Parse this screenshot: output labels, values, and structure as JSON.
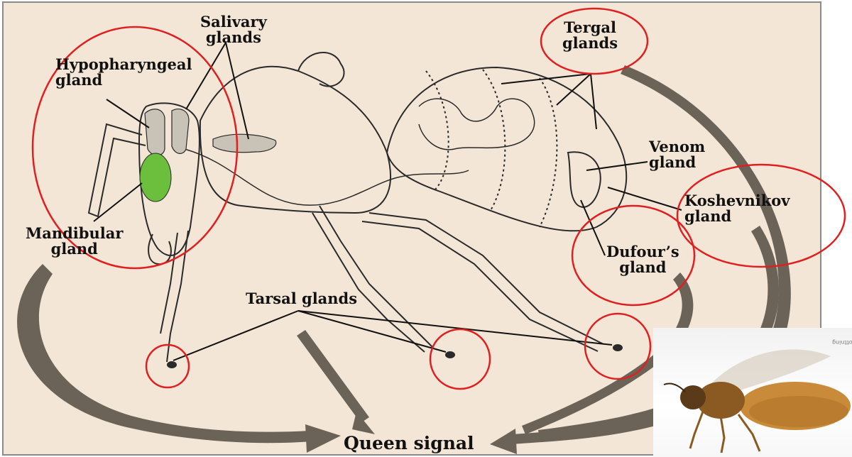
{
  "labels": {
    "salivary_glands": "Salivary\nglands",
    "hypopharyngeal_gland": "Hypopharyngeal\ngland",
    "mandibular_gland": "Mandibular\ngland",
    "tergal_glands": "Tergal\nglands",
    "venom_gland": "Venom\ngland",
    "koshevnikov_gland": "Koshevnikov\ngland",
    "dufours_gland": "Dufour’s\ngland",
    "tarsal_glands": "Tarsal glands",
    "queen_signal": "Queen signal"
  },
  "photo_caption": "Drottning",
  "colors": {
    "background": "#f3e6d6",
    "highlight_circle": "#e02020",
    "mandibular_fill": "#6bbf3c",
    "arrow": "#6b6258",
    "outline": "#2a2a2a"
  }
}
